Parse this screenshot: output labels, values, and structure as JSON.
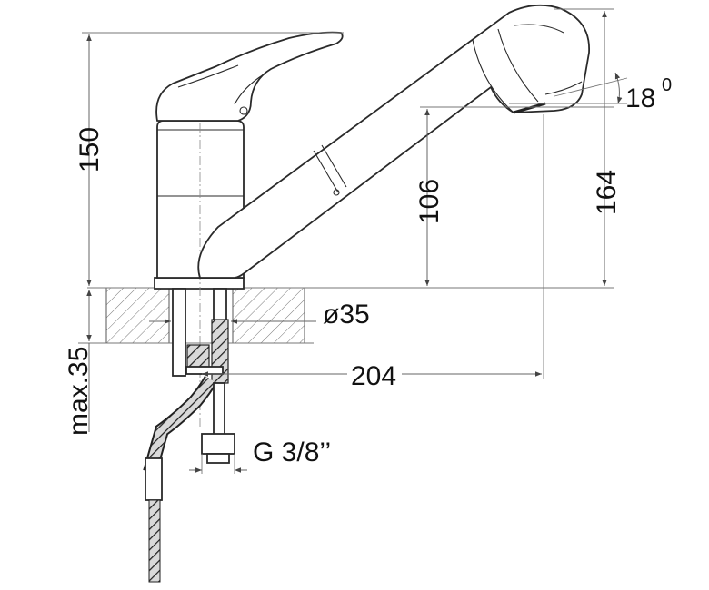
{
  "drawing": {
    "dimensions": {
      "height_total": "150",
      "spout_height": "106",
      "overall_height": "164",
      "spout_angle": "18",
      "spout_angle_unit": "0",
      "hole_diameter": "ø35",
      "reach": "204",
      "max_thickness": "max.35",
      "connection_thread": "G 3/8’’"
    }
  }
}
